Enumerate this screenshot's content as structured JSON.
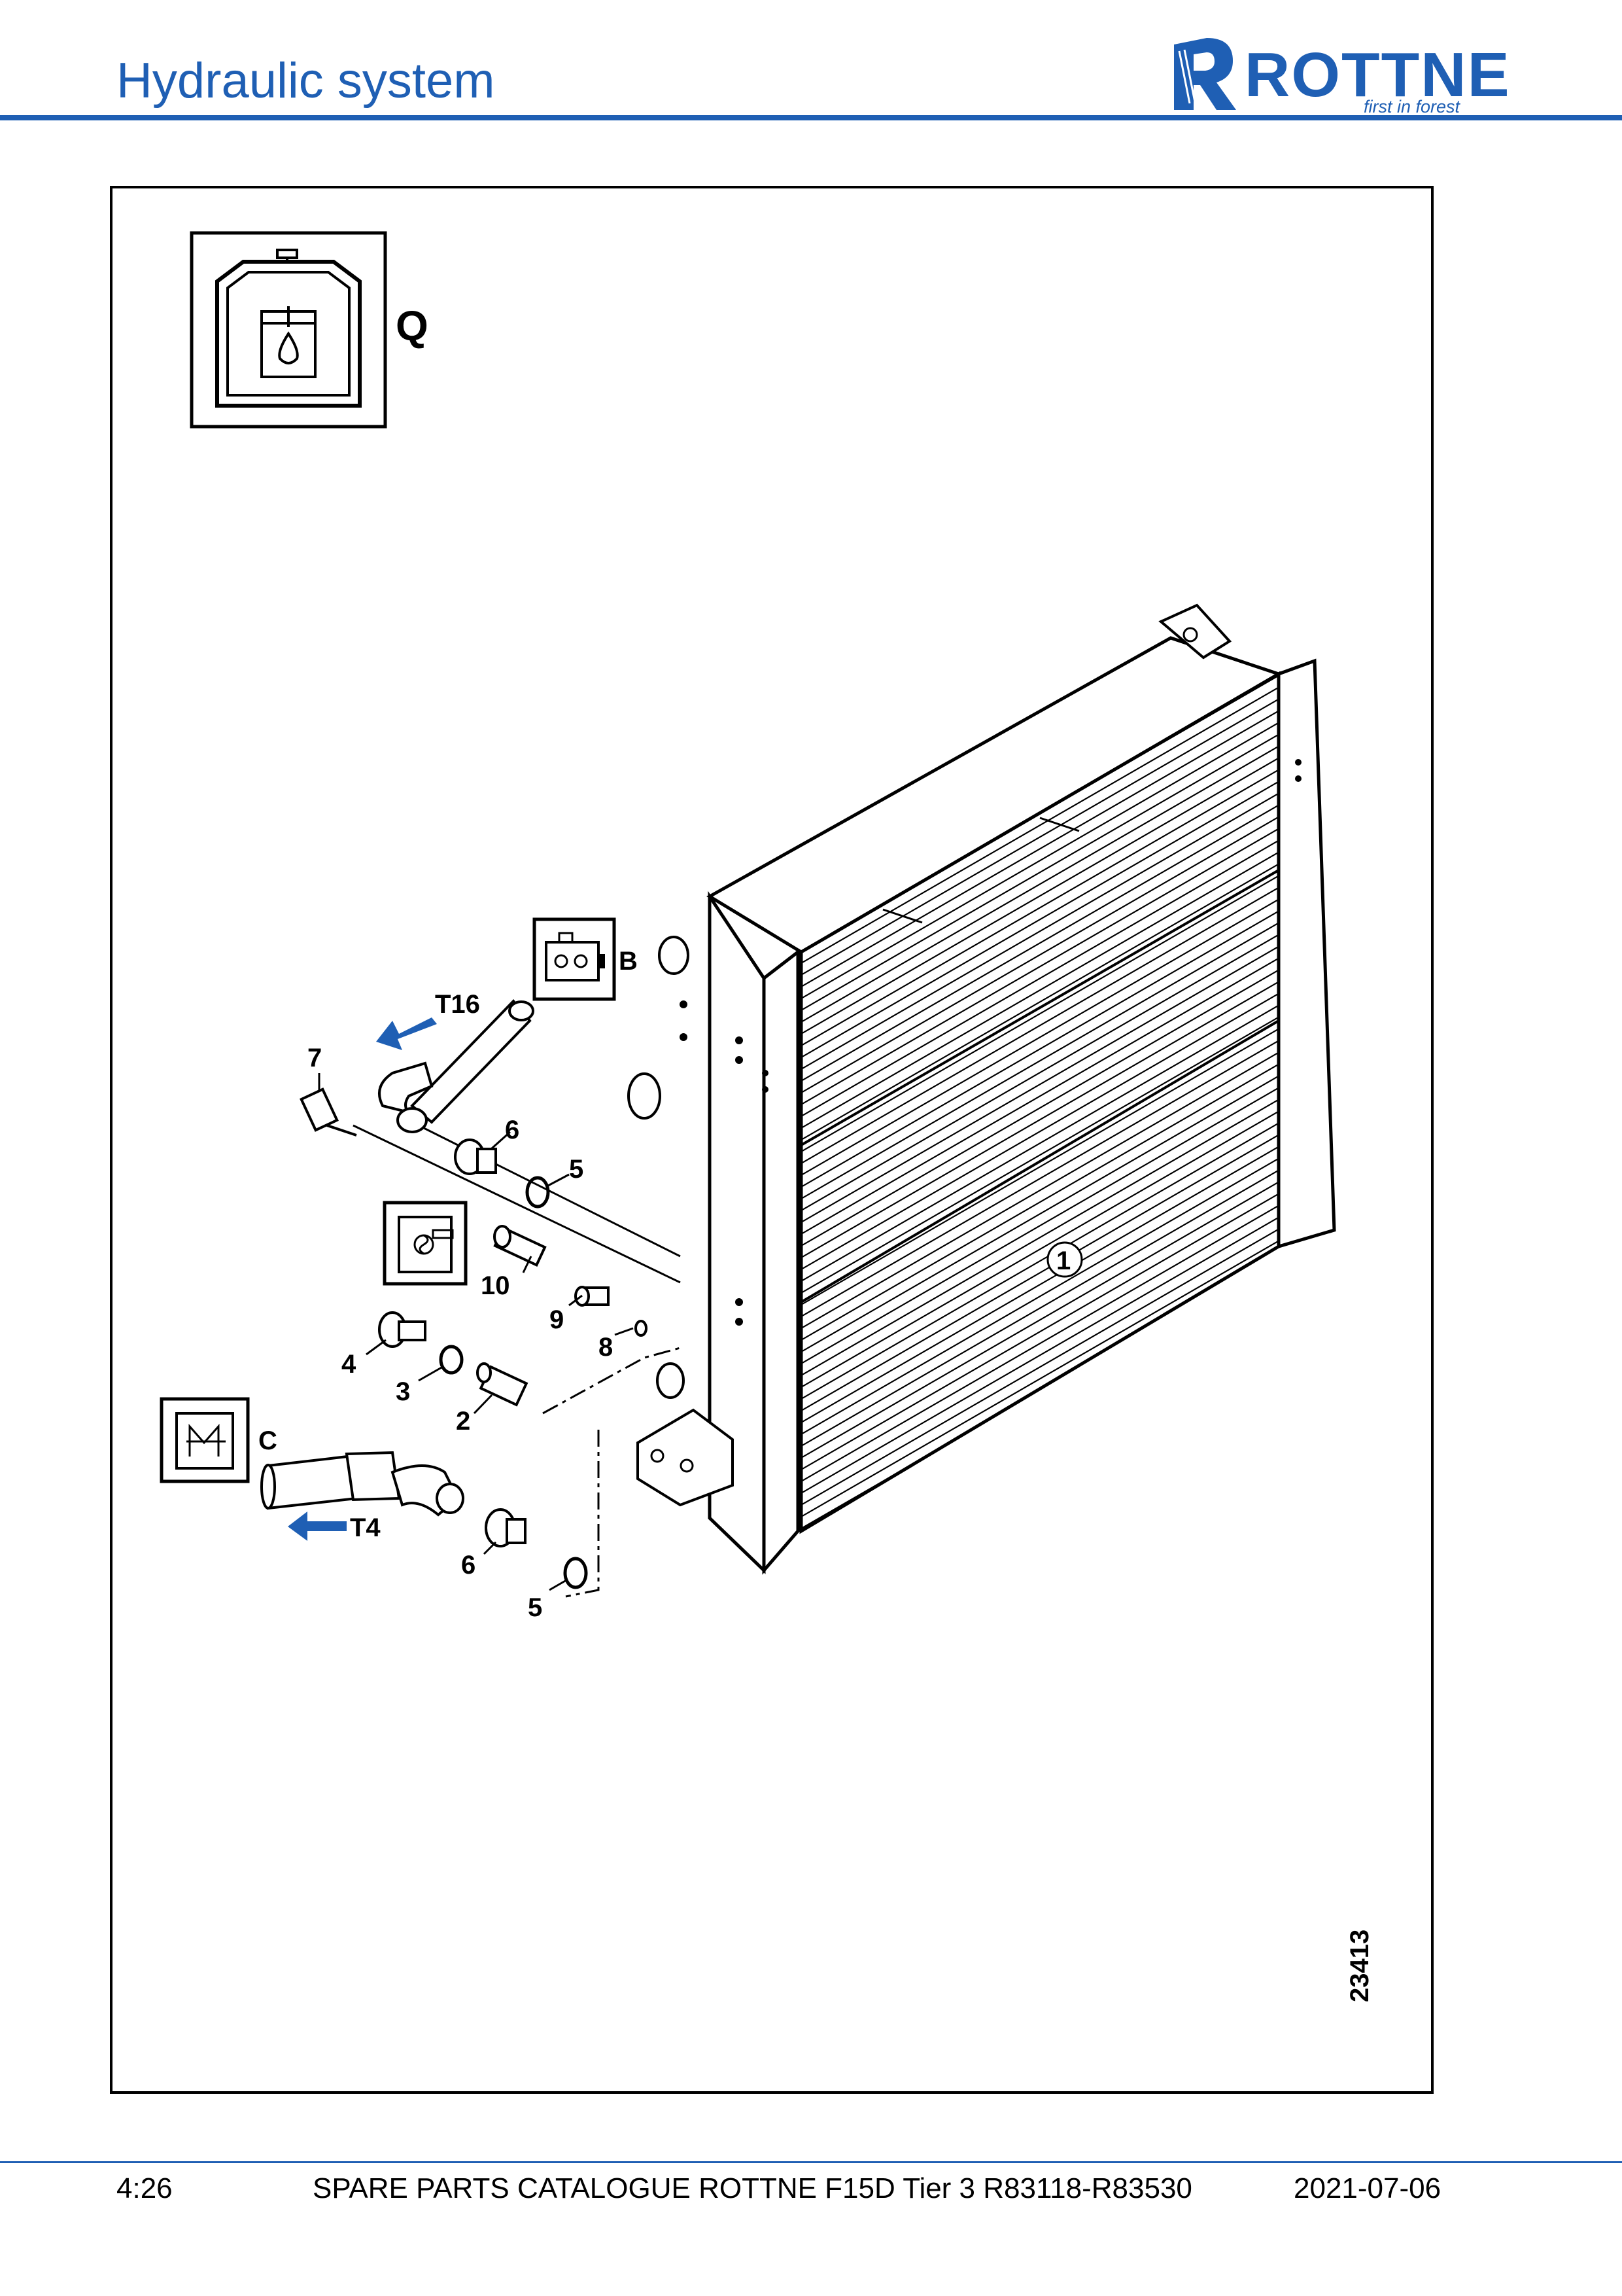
{
  "header": {
    "title": "Hydraulic system",
    "logo": {
      "word": "ROTTNE",
      "tagline": "first in forest",
      "color": "#1f5fb4"
    }
  },
  "figure": {
    "section_letter": "Q",
    "drawing_number": "23413",
    "symbols": {
      "b": "B",
      "c": "C"
    },
    "flows": {
      "t16": "T16",
      "t4": "T4"
    },
    "callouts": {
      "c1": "1",
      "c2": "2",
      "c3": "3",
      "c4": "4",
      "c5a": "5",
      "c5b": "5",
      "c6a": "6",
      "c6b": "6",
      "c7": "7",
      "c8": "8",
      "c9": "9",
      "c10": "10"
    },
    "arrow_color": "#1f5fb4"
  },
  "footer": {
    "page": "4:26",
    "catalogue": "SPARE PARTS CATALOGUE ROTTNE F15D Tier 3 R83118-R83530",
    "date": "2021-07-06"
  }
}
